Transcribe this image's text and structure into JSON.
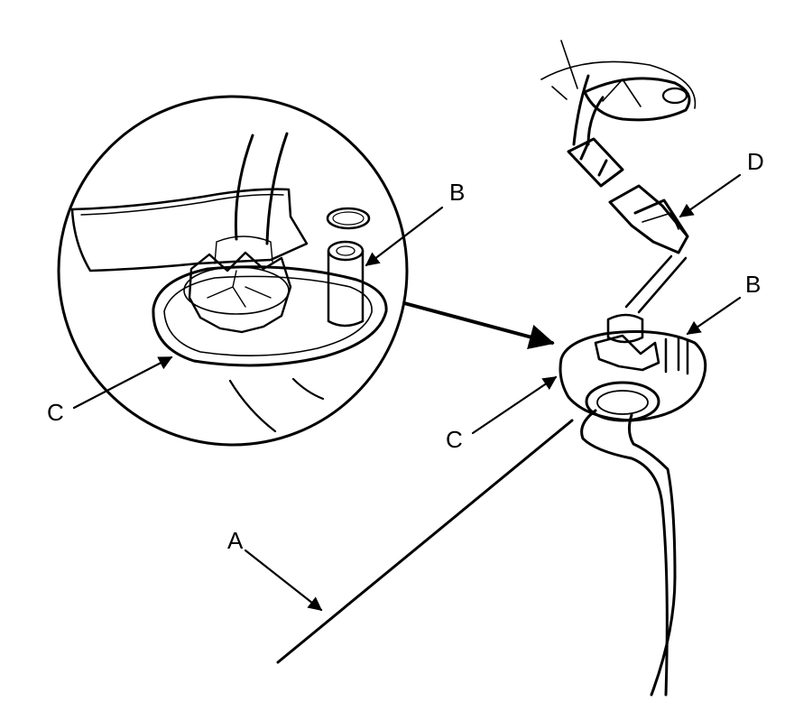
{
  "labels": {
    "a": "A",
    "b_detail": "B",
    "b_main": "B",
    "c_detail": "C",
    "c_main": "C",
    "d": "D"
  },
  "colors": {
    "ink": "#000000",
    "paper": "#ffffff"
  }
}
